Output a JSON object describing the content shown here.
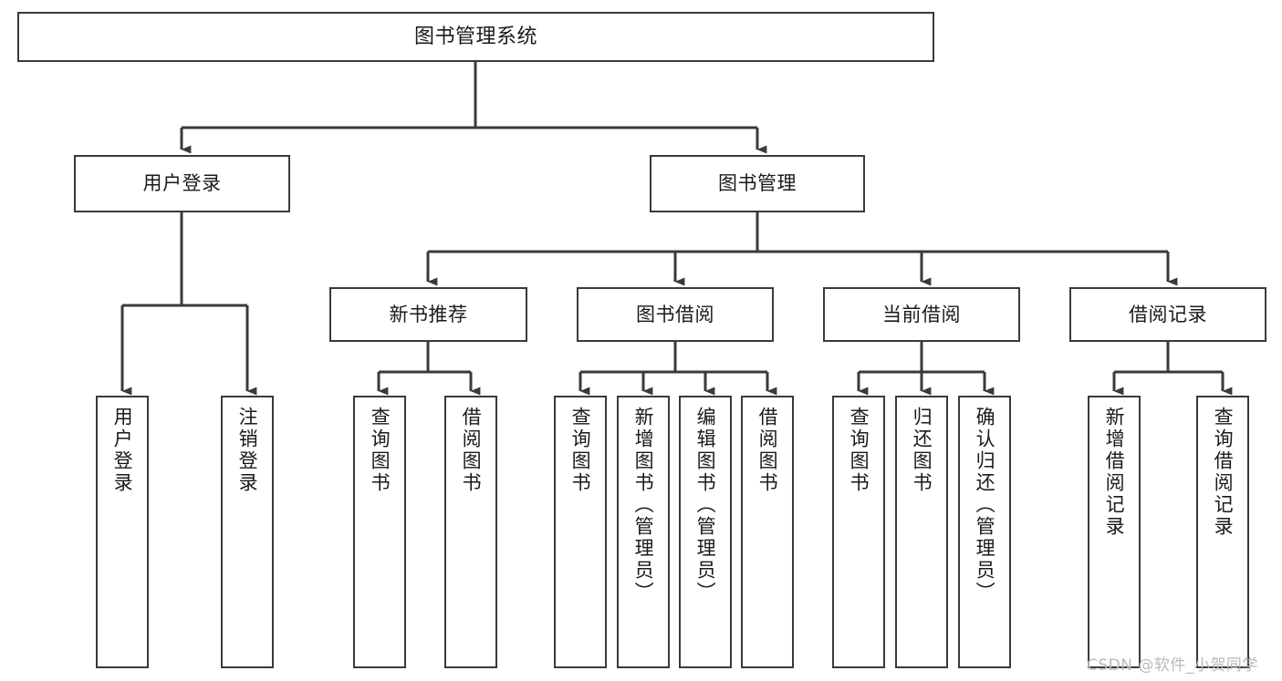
{
  "diagram": {
    "title": "图书管理系统",
    "type": "hierarchy-tree",
    "watermark": "CSDN @软件_小贺同学",
    "colors": {
      "box_border": "#3a3a3a",
      "box_fill": "#ffffff",
      "connector": "#3a3a3a",
      "text": "#1a1a1a",
      "watermark": "#b9b9b9"
    },
    "levels": {
      "level1": [
        {
          "id": "root",
          "label": "图书管理系统"
        }
      ],
      "level2": [
        {
          "id": "user-login",
          "label": "用户登录"
        },
        {
          "id": "book-manage",
          "label": "图书管理"
        }
      ],
      "level3": [
        {
          "id": "new-book-rec",
          "label": "新书推荐"
        },
        {
          "id": "book-borrow",
          "label": "图书借阅"
        },
        {
          "id": "current-borrow",
          "label": "当前借阅"
        },
        {
          "id": "borrow-record",
          "label": "借阅记录"
        }
      ],
      "level4": [
        {
          "id": "leaf-user-login",
          "label": "用户登录",
          "parent": "user-login"
        },
        {
          "id": "leaf-logout-login",
          "label": "注销登录",
          "parent": "user-login"
        },
        {
          "id": "leaf-query-book-1",
          "label": "查询图书",
          "parent": "new-book-rec"
        },
        {
          "id": "leaf-borrow-book-1",
          "label": "借阅图书",
          "parent": "new-book-rec"
        },
        {
          "id": "leaf-query-book-2",
          "label": "查询图书",
          "parent": "book-borrow"
        },
        {
          "id": "leaf-add-book",
          "label": "新增图书（管理员）",
          "parent": "book-borrow"
        },
        {
          "id": "leaf-edit-book",
          "label": "编辑图书（管理员）",
          "parent": "book-borrow"
        },
        {
          "id": "leaf-borrow-book-2",
          "label": "借阅图书",
          "parent": "book-borrow"
        },
        {
          "id": "leaf-query-book-3",
          "label": "查询图书",
          "parent": "current-borrow"
        },
        {
          "id": "leaf-return-book",
          "label": "归还图书",
          "parent": "current-borrow"
        },
        {
          "id": "leaf-confirm-return",
          "label": "确认归还（管理员）",
          "parent": "current-borrow"
        },
        {
          "id": "leaf-add-record",
          "label": "新增借阅记录",
          "parent": "borrow-record"
        },
        {
          "id": "leaf-query-record",
          "label": "查询借阅记录",
          "parent": "borrow-record"
        }
      ]
    }
  }
}
